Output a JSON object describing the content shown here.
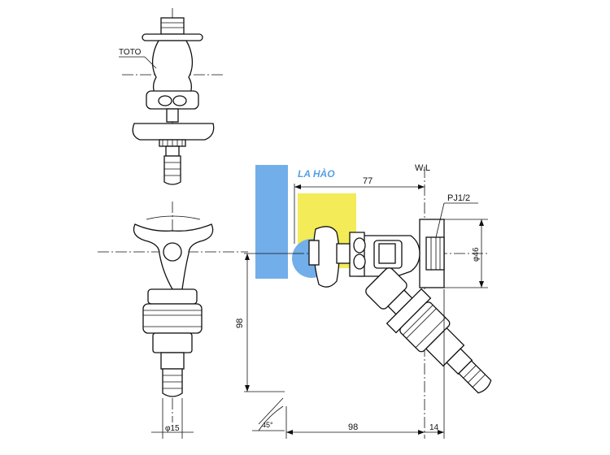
{
  "labels": {
    "maker": "TOTO",
    "water_level": "W.L",
    "thread": "PJ1/2",
    "watermark": "LA HÀO"
  },
  "dimensions": {
    "depth_top": "77",
    "flange_dia": "φ46",
    "height": "98",
    "spout_dia": "φ15",
    "reach": "98",
    "flange_thk": "14",
    "angle": "45°"
  },
  "colors": {
    "line": "#111111",
    "logo_blue": "#5aa0e6",
    "logo_yellow": "#f2e83a",
    "watermark_text": "#3a8fe0"
  }
}
